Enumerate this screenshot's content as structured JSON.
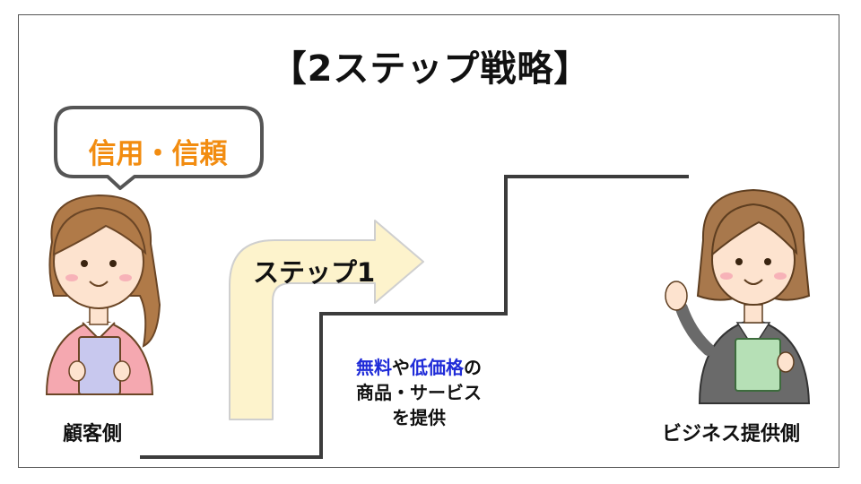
{
  "title": "【2ステップ戦略】",
  "speech_bubble": "信用・信頼",
  "step_arrow_label": "ステップ1",
  "description": {
    "part1_free": "無料",
    "part2_or": "や",
    "part3_low_price": "低価格",
    "part4_of": "の",
    "line2": "商品・サービス",
    "line3": "を提供"
  },
  "labels": {
    "customer": "顧客側",
    "business": "ビジネス提供側"
  },
  "colors": {
    "bubble_text": "#f28c10",
    "highlight": "#1f2bd8",
    "arrow_fill": "#fdf3cc",
    "staircase": "#3c3c3c",
    "frame": "#555555"
  },
  "icons": {
    "customer": "woman-holding-clipboard-icon",
    "business": "businesswoman-waving-icon"
  }
}
